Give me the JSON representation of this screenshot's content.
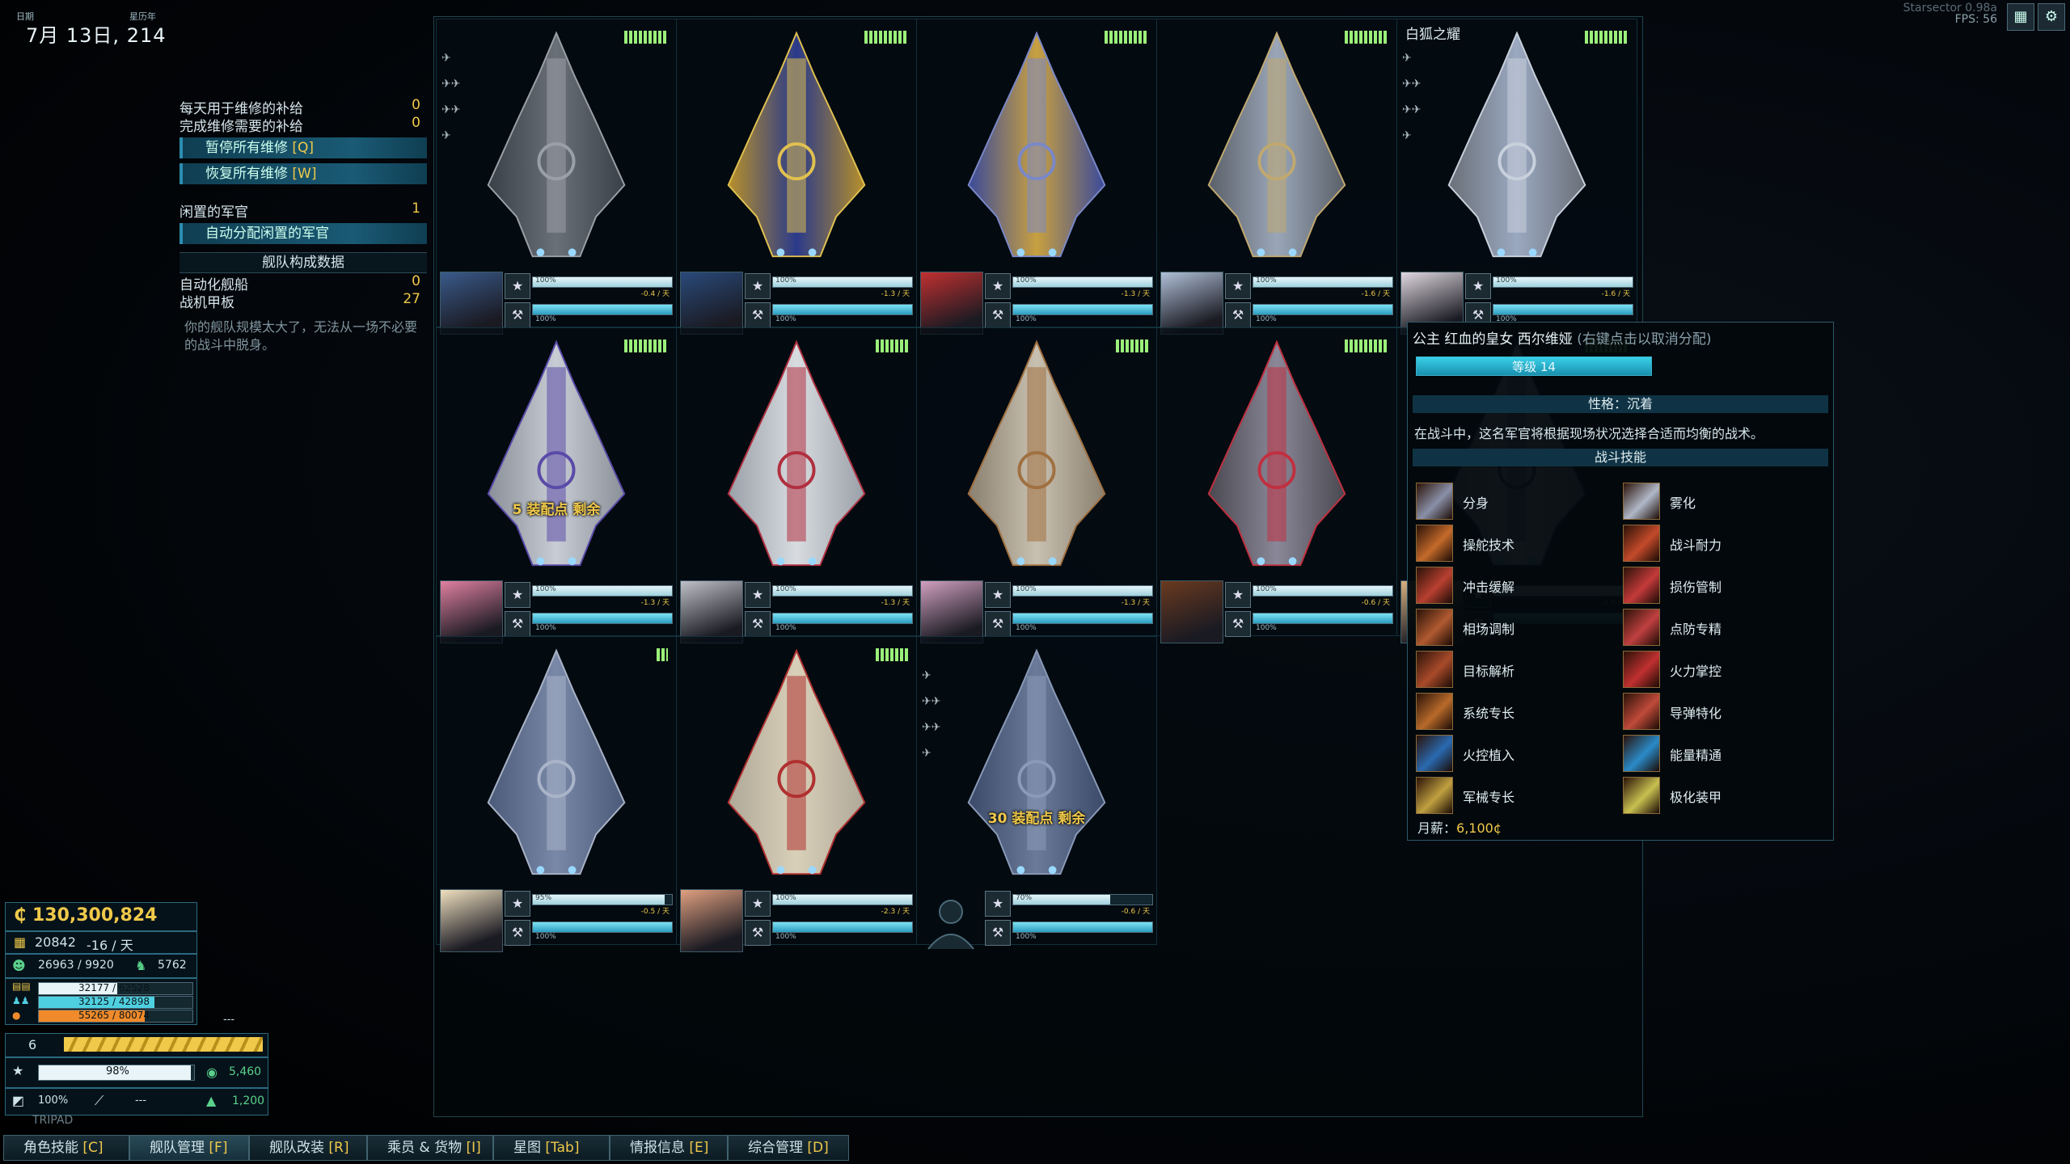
{
  "date": {
    "label": "日期",
    "era": "星历年",
    "value": "7月 13日, 214"
  },
  "top_right": {
    "game_name": "Starsector 0.98a",
    "fps": "FPS: 56"
  },
  "left_panel": {
    "supplies_per_day_label": "每天用于维修的补给",
    "supplies_per_day_value": "0",
    "supplies_complete_label": "完成维修需要的补给",
    "supplies_complete_value": "0",
    "pause_repairs": "暂停所有维修",
    "pause_hotkey": "[Q]",
    "resume_repairs": "恢复所有维修",
    "resume_hotkey": "[W]",
    "idle_officers_label": "闲置的军官",
    "idle_officers_value": "1",
    "auto_assign": "自动分配闲置的军官",
    "fleet_header": "舰队构成数据",
    "automated_label": "自动化舰船",
    "automated_value": "0",
    "fighter_decks_label": "战机甲板",
    "fighter_decks_value": "27",
    "note": "你的舰队规模太大了，无法从一场不必要的战斗中脱身。"
  },
  "ships": [
    {
      "name": "",
      "cr_bars": "full",
      "hull": "100%",
      "cr": "100%",
      "rate": "-0.4 / 天",
      "dmod": ""
    },
    {
      "name": "",
      "cr_bars": "full",
      "hull": "100%",
      "cr": "100%",
      "rate": "-1.3 / 天",
      "dmod": ""
    },
    {
      "name": "",
      "cr_bars": "full",
      "hull": "100%",
      "cr": "100%",
      "rate": "-1.3 / 天",
      "dmod": ""
    },
    {
      "name": "",
      "cr_bars": "full",
      "hull": "100%",
      "cr": "100%",
      "rate": "-1.6 / 天",
      "dmod": ""
    },
    {
      "name": "白狐之耀",
      "cr_bars": "full",
      "hull": "100%",
      "cr": "100%",
      "rate": "-1.6 / 天",
      "dmod": ""
    },
    {
      "name": "",
      "cr_bars": "full",
      "hull": "100%",
      "cr": "100%",
      "rate": "-1.3 / 天",
      "dmod": "5 装配点 剩余"
    },
    {
      "name": "",
      "cr_bars": "mid",
      "hull": "100%",
      "cr": "100%",
      "rate": "-1.3 / 天",
      "dmod": ""
    },
    {
      "name": "",
      "cr_bars": "mid",
      "hull": "100%",
      "cr": "100%",
      "rate": "-1.3 / 天",
      "dmod": ""
    },
    {
      "name": "",
      "cr_bars": "full",
      "hull": "100%",
      "cr": "100%",
      "rate": "-0.6 / 天",
      "dmod": ""
    },
    {
      "name": "",
      "cr_bars": "full",
      "hull": "100%",
      "cr": "100%",
      "rate": "-1.6 / 天",
      "dmod": ""
    },
    {
      "name": "",
      "cr_bars": "small",
      "hull": "95%",
      "cr": "100%",
      "rate": "-0.5 / 天",
      "dmod": ""
    },
    {
      "name": "",
      "cr_bars": "mid",
      "hull": "100%",
      "cr": "100%",
      "rate": "-2.3 / 天",
      "dmod": ""
    },
    {
      "name": "",
      "cr_bars": "none",
      "hull": "70%",
      "cr": "100%",
      "rate": "-0.6 / 天",
      "dmod": "30 装配点 剩余"
    }
  ],
  "tooltip": {
    "officer_name": "公主 红血的皇女 西尔维娅",
    "hint": "(右键点击以取消分配)",
    "level": "等级 14",
    "personality": "性格：沉着",
    "description": "在战斗中，这名军官将根据现场状况选择合适而均衡的战术。",
    "skills_header": "战斗技能",
    "skills": [
      "分身",
      "雾化",
      "操舵技术",
      "战斗耐力",
      "冲击缓解",
      "损伤管制",
      "相场调制",
      "点防专精",
      "目标解析",
      "火力掌控",
      "系统专长",
      "导弹特化",
      "火控植入",
      "能量精通",
      "军械专长",
      "极化装甲"
    ],
    "salary_label": "月薪：",
    "salary_value": "6,100¢"
  },
  "resources": {
    "credits": "130,300,824",
    "supplies": "20842",
    "supplies_rate": "-16 / 天",
    "crew": "26963 / 9920",
    "marines": "5762",
    "bar1": "32177 / 62528",
    "bar2": "32125 / 42898",
    "bar3": "55265 / 80074",
    "officer_count": "6",
    "cr_pct": "98%",
    "sensor": "5,460",
    "hull_pct": "100%",
    "burn": "---",
    "detect": "1,200",
    "extra": "---",
    "tripad": "TRIPAD"
  },
  "tabs": [
    {
      "label": "角色技能",
      "key": "[C]"
    },
    {
      "label": "舰队管理",
      "key": "[F]"
    },
    {
      "label": "舰队改装",
      "key": "[R]"
    },
    {
      "label": "乘员 & 货物",
      "key": "[I]"
    },
    {
      "label": "星图",
      "key": "[Tab]"
    },
    {
      "label": "情报信息",
      "key": "[E]"
    },
    {
      "label": "综合管理",
      "key": "[D]"
    }
  ],
  "colors": {
    "accent": "#f0c94a",
    "panel": "#0f3e52",
    "cr_green": "#9bf07a",
    "bar_cyan": "#2c9cc0"
  }
}
